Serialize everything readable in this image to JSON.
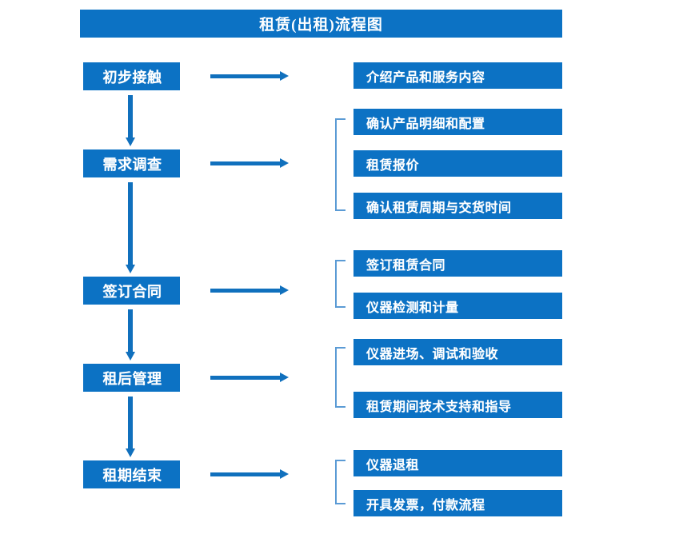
{
  "diagram": {
    "title": "租赁(出租)流程图",
    "colors": {
      "box_blue": "#0c72c4",
      "arrow_blue": "#1070bd",
      "bracket_blue": "#5b9bd5",
      "text_white": "#ffffff",
      "background": "#ffffff"
    },
    "stages": [
      {
        "label": "初步接触"
      },
      {
        "label": "需求调查"
      },
      {
        "label": "签订合同"
      },
      {
        "label": "租后管理"
      },
      {
        "label": "租期结束"
      }
    ],
    "details": [
      {
        "label": "介绍产品和服务内容"
      },
      {
        "label": "确认产品明细和配置"
      },
      {
        "label": "租赁报价"
      },
      {
        "label": "确认租赁周期与交货时间"
      },
      {
        "label": "签订租赁合同"
      },
      {
        "label": "仪器检测和计量"
      },
      {
        "label": "仪器进场、调试和验收"
      },
      {
        "label": "租赁期间技术支持和指导"
      },
      {
        "label": "仪器退租"
      },
      {
        "label": "开具发票，付款流程"
      }
    ],
    "icons": {
      "down_arrow": "down-arrow-icon",
      "right_arrow": "right-arrow-icon",
      "bracket": "group-bracket-icon"
    }
  }
}
